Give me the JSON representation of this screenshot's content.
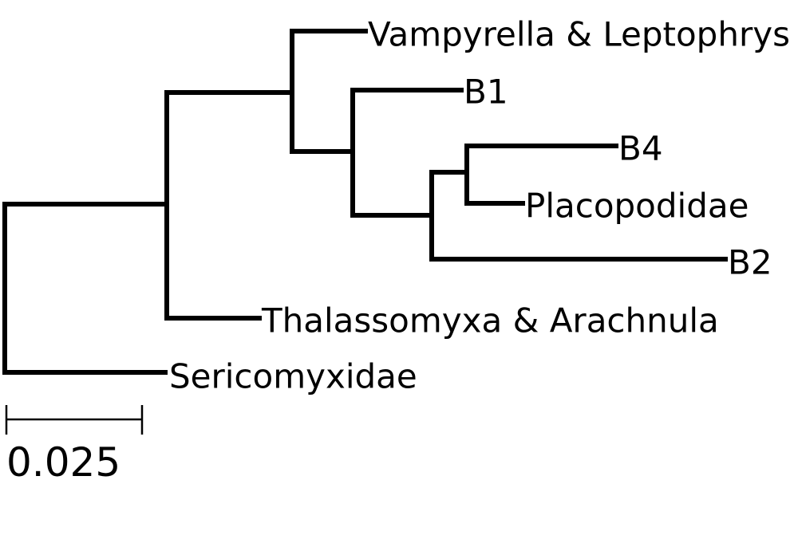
{
  "tree": {
    "taxa": [
      {
        "id": "vampyrella",
        "label": "Vampyrella & Leptophrys"
      },
      {
        "id": "b1",
        "label": "B1"
      },
      {
        "id": "b4",
        "label": "B4"
      },
      {
        "id": "placopodidae",
        "label": "Placopodidae"
      },
      {
        "id": "b2",
        "label": "B2"
      },
      {
        "id": "thalassomyxa",
        "label": "Thalassomyxa & Arachnula"
      },
      {
        "id": "sericomyxidae",
        "label": "Sericomyxidae"
      }
    ],
    "scale_bar": {
      "label": "0.025",
      "length": 0.025
    }
  }
}
